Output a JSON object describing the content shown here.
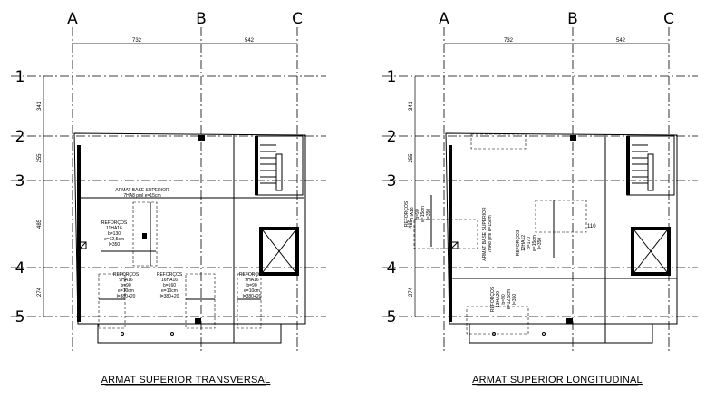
{
  "columns": [
    "A",
    "B",
    "C"
  ],
  "rows": [
    "1",
    "2",
    "3",
    "4",
    "5"
  ],
  "dims_horizontal": [
    "732",
    "542"
  ],
  "dims_vertical": [
    "341",
    "255",
    "485",
    "274"
  ],
  "left": {
    "title": "ARMAT SUPERIOR TRANSVERSAL",
    "notes": [
      {
        "lines": [
          "ARMAT BASE SUPERIOR",
          "7HA8 pml e=15cm"
        ]
      },
      {
        "lines": [
          "REFORÇOS",
          "11HA16",
          "b=130",
          "e=12,5cm",
          "l=350"
        ]
      },
      {
        "lines": [
          "REFORÇOS",
          "9HA16",
          "b=90",
          "e=10cm",
          "l=380+20"
        ]
      },
      {
        "lines": [
          "REFORÇOS",
          "16HA16",
          "b=160",
          "e=10cm",
          "l=380+20"
        ]
      },
      {
        "lines": [
          "REFORÇOS",
          "9HA16",
          "b=90",
          "e=10cm",
          "l=380+20"
        ]
      }
    ]
  },
  "right": {
    "title": "ARMAT SUPERIOR LONGITUDINAL",
    "notes": [
      {
        "lines": [
          "REFORÇOS",
          "7HA16",
          "b=90",
          "e=12,5cm",
          "l=350"
        ]
      },
      {
        "lines": [
          "REFORÇOS",
          "7HA16",
          "b=90",
          "e=15cm",
          "l=350"
        ]
      },
      {
        "lines": [
          "ARMAT BASE SUPERIOR",
          "7HA8 pml e=15cm"
        ]
      },
      {
        "lines": [
          "REFORÇOS",
          "12HA12",
          "b=170",
          "e=15cm",
          "l=350"
        ]
      },
      {
        "lines": [
          "REFORÇOS",
          "13HA20",
          "b=90",
          "e=12,5cm",
          "l=350"
        ]
      }
    ],
    "dim_small": "110"
  }
}
